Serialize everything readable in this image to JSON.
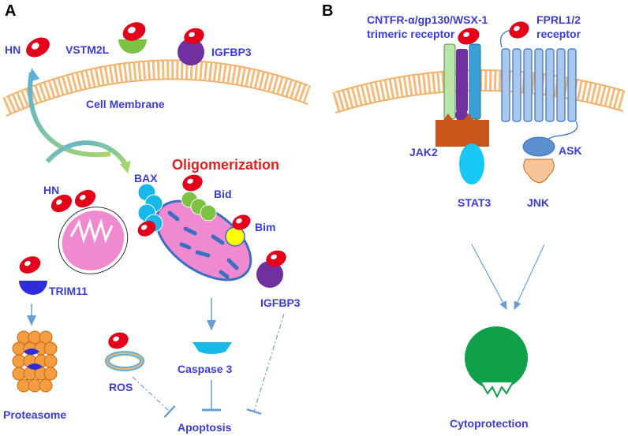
{
  "panels": {
    "a": "A",
    "b": "B"
  },
  "panel_a": {
    "hn_top": "HN",
    "vstm2l": "VSTM2L",
    "igfbp3_top": "IGFBP3",
    "cell_membrane": "Cell Membrane",
    "hn_mito": "HN",
    "bax": "BAX",
    "oligomerization": "Oligomerization",
    "bid": "Bid",
    "bim": "Bim",
    "trim11": "TRIM11",
    "igfbp3_bottom": "IGFBP3",
    "ros": "ROS",
    "caspase3": "Caspase 3",
    "proteasome": "Proteasome",
    "apoptosis": "Apoptosis"
  },
  "panel_b": {
    "receptor1_line1": "CNTFR-α/gp130/WSX-1",
    "receptor1_line2": "trimeric receptor",
    "receptor2_line1": "FPRL1/2",
    "receptor2_line2": "receptor",
    "jak2": "JAK2",
    "stat3": "STAT3",
    "ask": "ASK",
    "jnk": "JNK",
    "cytoprotection": "Cytoprotection"
  },
  "colors": {
    "label_blue": "#3b3bd6",
    "humanin_red": "#e3001b",
    "membrane_orange": "#f3b26b",
    "mito_pink": "#f08ad0",
    "arrow_blue": "#6a9fd6",
    "cytoprotection_green": "#0fa04a"
  }
}
